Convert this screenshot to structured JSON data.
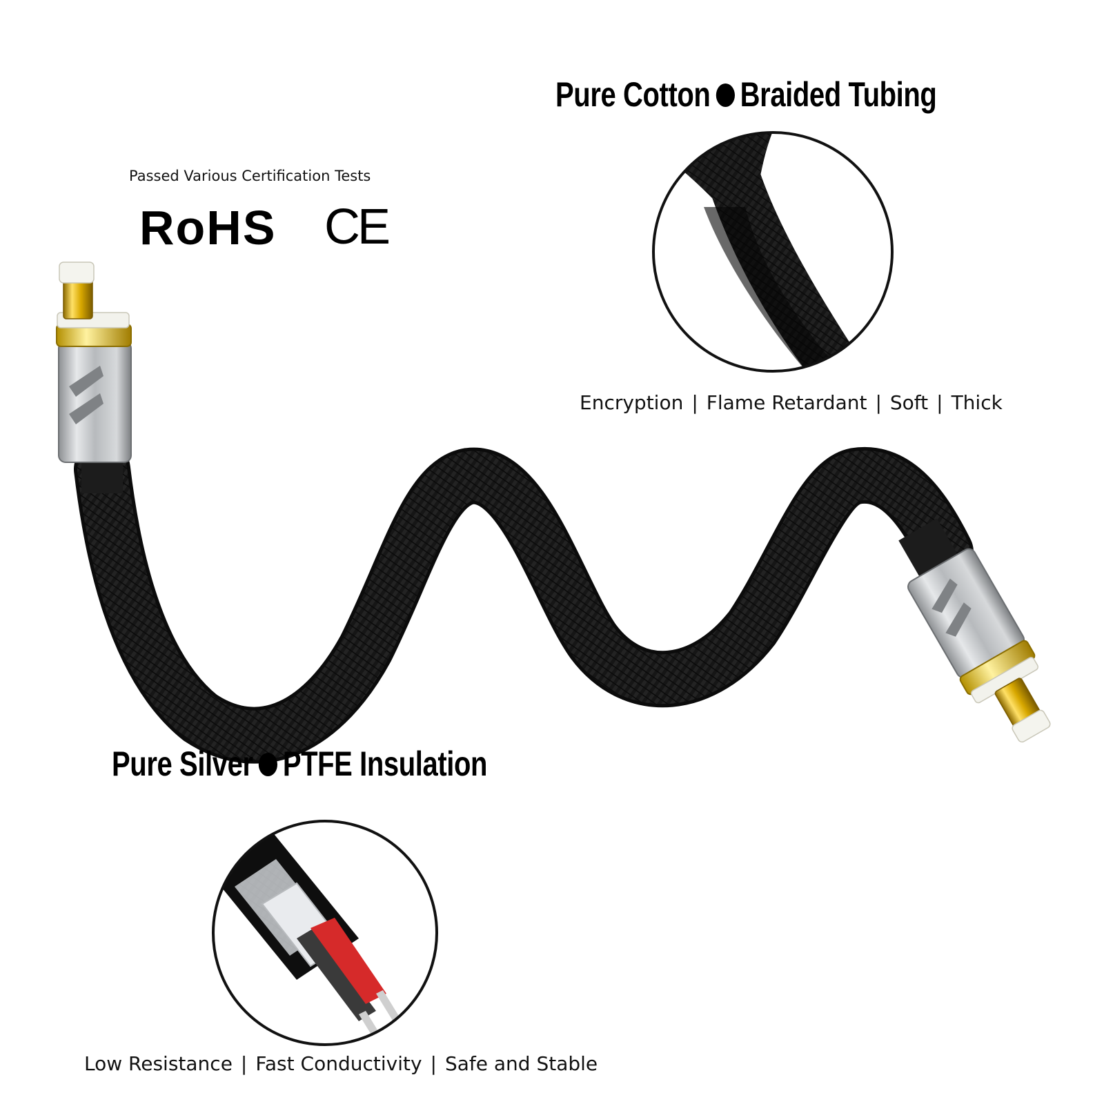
{
  "top_right": {
    "title_part1": "Pure Cotton",
    "title_part2": "Braided Tubing",
    "features": [
      "Encryption",
      "Flame Retardant",
      "Soft",
      "Thick"
    ]
  },
  "certification": {
    "caption": "Passed Various Certification Tests",
    "mark_rohs": "RoHS",
    "mark_ce": "CE"
  },
  "bottom_left": {
    "title_part1": "Pure Silver",
    "title_part2": "PTFE Insulation",
    "features": [
      "Low Resistance",
      "Fast Conductivity",
      "Safe and Stable"
    ]
  },
  "colors": {
    "cable": "#151515",
    "connector_silver": "#b9bcbf",
    "gold_pin": "#d8a800",
    "wire_red": "#d62a2a"
  }
}
